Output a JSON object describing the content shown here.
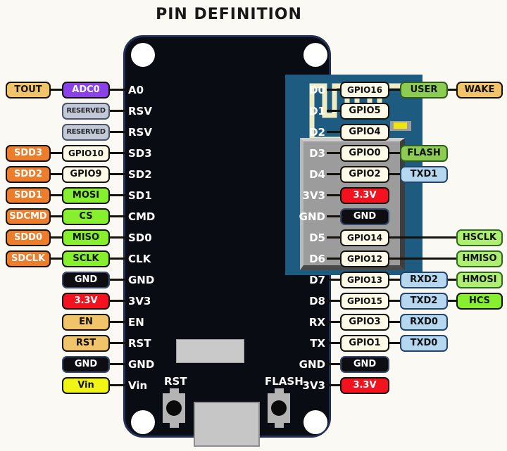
{
  "title": "PIN DEFINITION",
  "board": {
    "rst_button_label": "RST",
    "flash_button_label": "FLASH"
  },
  "colors": {
    "background": "#faf9f3",
    "board_body": "#0a0c13",
    "board_border": "#223056",
    "esp_module": "#1d5c80",
    "antenna_trace": "#f0ecc4",
    "shield": "#9c9c9c",
    "led": "#f2e50e",
    "wire": "#15120b",
    "badge": {
      "tan": {
        "bg": "#f2c46a",
        "border": "#15120b",
        "fg": "#111111"
      },
      "purple": {
        "bg": "#8a41e8",
        "border": "#15120b",
        "fg": "#ffffff"
      },
      "gray": {
        "bg": "#c3c9d6",
        "border": "#4a5568",
        "fg": "#26292e"
      },
      "orange": {
        "bg": "#ed7d2b",
        "border": "#15120b",
        "fg": "#ffffff"
      },
      "cream": {
        "bg": "#fdfbe8",
        "border": "#15120b",
        "fg": "#111111"
      },
      "green": {
        "bg": "#86ef2e",
        "border": "#15120b",
        "fg": "#111111"
      },
      "mgreen": {
        "bg": "#8ccc52",
        "border": "#2f5d1d",
        "fg": "#111111"
      },
      "lgreen": {
        "bg": "#aeee72",
        "border": "#2f6a1d",
        "fg": "#111111"
      },
      "black": {
        "bg": "#0d0d12",
        "border": "#3a4a6a",
        "fg": "#ffffff"
      },
      "red": {
        "bg": "#f5121f",
        "border": "#15120b",
        "fg": "#ffffff"
      },
      "yellow": {
        "bg": "#f0f516",
        "border": "#15120b",
        "fg": "#111111"
      },
      "blue": {
        "bg": "#b5d8f0",
        "border": "#23456b",
        "fg": "#111111"
      }
    }
  },
  "left_rows": [
    {
      "pin": "A0",
      "badges": [
        {
          "label": "TOUT",
          "color": "tan",
          "col": 0
        },
        {
          "label": "ADC0",
          "color": "purple",
          "col": 1
        }
      ]
    },
    {
      "pin": "RSV",
      "badges": [
        {
          "label": "RESERVED",
          "color": "gray",
          "col": 1
        }
      ]
    },
    {
      "pin": "RSV",
      "badges": [
        {
          "label": "RESERVED",
          "color": "gray",
          "col": 1
        }
      ]
    },
    {
      "pin": "SD3",
      "badges": [
        {
          "label": "SDD3",
          "color": "orange",
          "col": 0
        },
        {
          "label": "GPIO10",
          "color": "cream",
          "col": 1
        }
      ]
    },
    {
      "pin": "SD2",
      "badges": [
        {
          "label": "SDD2",
          "color": "orange",
          "col": 0
        },
        {
          "label": "GPIO9",
          "color": "cream",
          "col": 1
        }
      ]
    },
    {
      "pin": "SD1",
      "badges": [
        {
          "label": "SDD1",
          "color": "orange",
          "col": 0
        },
        {
          "label": "MOSI",
          "color": "green",
          "col": 1
        }
      ]
    },
    {
      "pin": "CMD",
      "badges": [
        {
          "label": "SDCMD",
          "color": "orange",
          "col": 0
        },
        {
          "label": "CS",
          "color": "green",
          "col": 1
        }
      ]
    },
    {
      "pin": "SD0",
      "badges": [
        {
          "label": "SDD0",
          "color": "orange",
          "col": 0
        },
        {
          "label": "MISO",
          "color": "green",
          "col": 1
        }
      ]
    },
    {
      "pin": "CLK",
      "badges": [
        {
          "label": "SDCLK",
          "color": "orange",
          "col": 0
        },
        {
          "label": "SCLK",
          "color": "green",
          "col": 1
        }
      ]
    },
    {
      "pin": "GND",
      "badges": [
        {
          "label": "GND",
          "color": "black",
          "col": 1
        }
      ]
    },
    {
      "pin": "3V3",
      "badges": [
        {
          "label": "3.3V",
          "color": "red",
          "col": 1
        }
      ]
    },
    {
      "pin": "EN",
      "badges": [
        {
          "label": "EN",
          "color": "tan",
          "col": 1
        }
      ]
    },
    {
      "pin": "RST",
      "badges": [
        {
          "label": "RST",
          "color": "tan",
          "col": 1
        }
      ]
    },
    {
      "pin": "GND",
      "badges": [
        {
          "label": "GND",
          "color": "black",
          "col": 1
        }
      ]
    },
    {
      "pin": "Vin",
      "badges": [
        {
          "label": "Vin",
          "color": "yellow",
          "col": 1
        }
      ]
    }
  ],
  "right_rows": [
    {
      "pin": "D0",
      "badges": [
        {
          "label": "GPIO16",
          "color": "cream",
          "col": 0
        },
        {
          "label": "USER",
          "color": "mgreen",
          "col": 1
        },
        {
          "label": "WAKE",
          "color": "tan",
          "col": 2
        }
      ]
    },
    {
      "pin": "D1",
      "badges": [
        {
          "label": "GPIO5",
          "color": "cream",
          "col": 0
        }
      ]
    },
    {
      "pin": "D2",
      "badges": [
        {
          "label": "GPIO4",
          "color": "cream",
          "col": 0
        }
      ]
    },
    {
      "pin": "D3",
      "badges": [
        {
          "label": "GPIO0",
          "color": "cream",
          "col": 0
        },
        {
          "label": "FLASH",
          "color": "mgreen",
          "col": 1
        }
      ]
    },
    {
      "pin": "D4",
      "badges": [
        {
          "label": "GPIO2",
          "color": "cream",
          "col": 0
        },
        {
          "label": "TXD1",
          "color": "blue",
          "col": 1
        }
      ]
    },
    {
      "pin": "3V3",
      "badges": [
        {
          "label": "3.3V",
          "color": "red",
          "col": 0
        }
      ]
    },
    {
      "pin": "GND",
      "badges": [
        {
          "label": "GND",
          "color": "black",
          "col": 0
        }
      ]
    },
    {
      "pin": "D5",
      "badges": [
        {
          "label": "GPIO14",
          "color": "cream",
          "col": 0
        },
        {
          "label": "HSCLK",
          "color": "lgreen",
          "col": 2
        }
      ]
    },
    {
      "pin": "D6",
      "badges": [
        {
          "label": "GPIO12",
          "color": "cream",
          "col": 0
        },
        {
          "label": "HMISO",
          "color": "lgreen",
          "col": 2
        }
      ]
    },
    {
      "pin": "D7",
      "badges": [
        {
          "label": "GPIO13",
          "color": "cream",
          "col": 0
        },
        {
          "label": "RXD2",
          "color": "blue",
          "col": 1
        },
        {
          "label": "HMOSI",
          "color": "lgreen",
          "col": 2
        }
      ]
    },
    {
      "pin": "D8",
      "badges": [
        {
          "label": "GPIO15",
          "color": "cream",
          "col": 0
        },
        {
          "label": "TXD2",
          "color": "blue",
          "col": 1
        },
        {
          "label": "HCS",
          "color": "green",
          "col": 2
        }
      ]
    },
    {
      "pin": "RX",
      "badges": [
        {
          "label": "GPIO3",
          "color": "cream",
          "col": 0
        },
        {
          "label": "RXD0",
          "color": "blue",
          "col": 1
        }
      ]
    },
    {
      "pin": "TX",
      "badges": [
        {
          "label": "GPIO1",
          "color": "cream",
          "col": 0
        },
        {
          "label": "TXD0",
          "color": "blue",
          "col": 1
        }
      ]
    },
    {
      "pin": "GND",
      "badges": [
        {
          "label": "GND",
          "color": "black",
          "col": 0
        }
      ]
    },
    {
      "pin": "3V3",
      "badges": [
        {
          "label": "3.3V",
          "color": "red",
          "col": 0
        }
      ]
    }
  ]
}
